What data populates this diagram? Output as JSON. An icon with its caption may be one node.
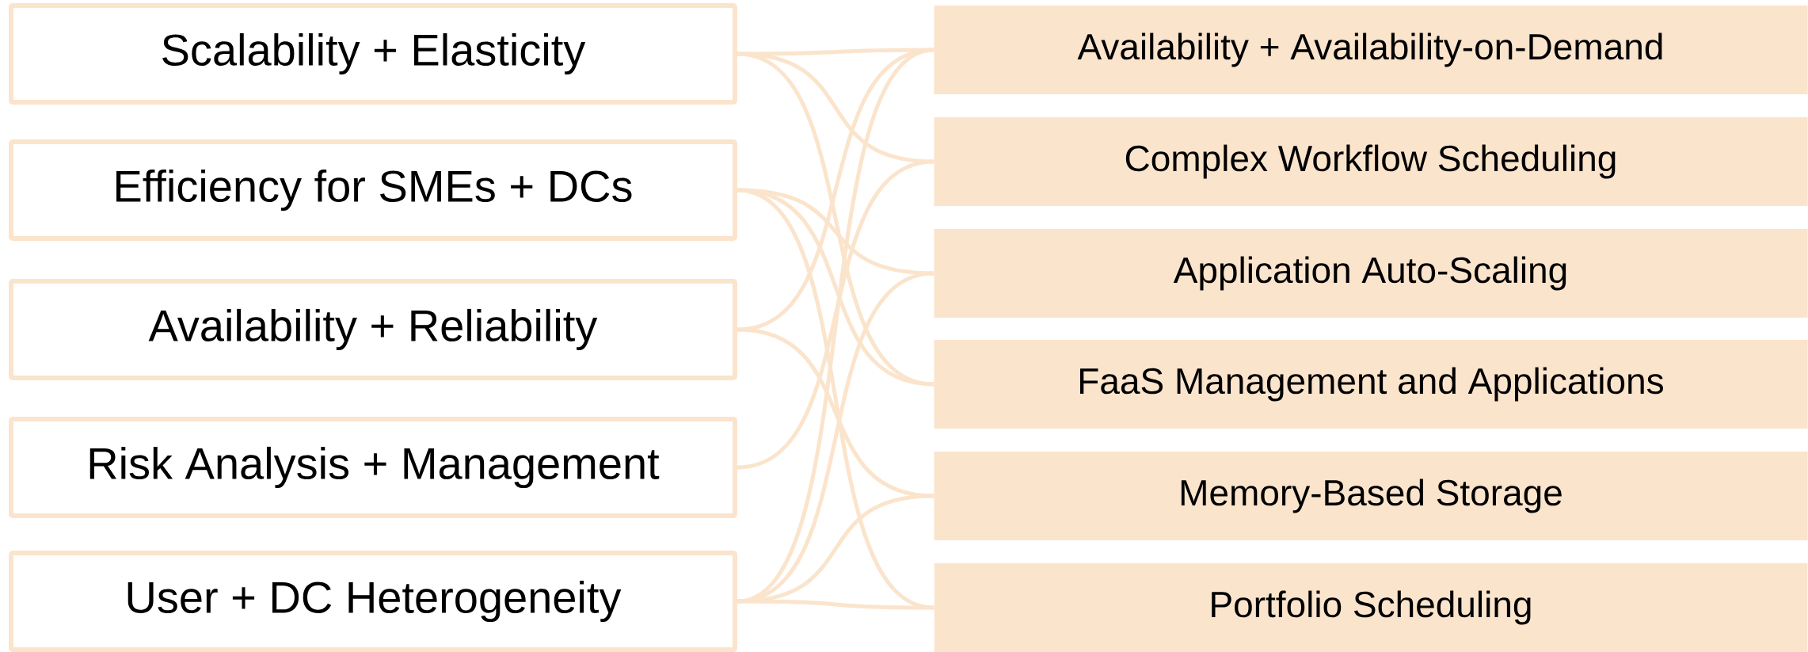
{
  "diagram": {
    "nodes": [
      {
        "text": [
          "Scalability + Elasticity"
        ]
      },
      {
        "text": [
          "Efficiency for SMEs + DCs"
        ]
      },
      {
        "text": [
          "Availability + Reliability"
        ]
      },
      {
        "text": [
          "Risk Analysis + Management"
        ]
      },
      {
        "text": [
          "User + DC Heterogeneity"
        ]
      },
      {
        "text": [
          "Availability + Availability-on-Demand"
        ]
      },
      {
        "text": [
          "Complex Workflow Scheduling"
        ]
      },
      {
        "text": [
          "Application Auto-Scaling"
        ]
      },
      {
        "text": [
          "FaaS Management and Applications"
        ]
      },
      {
        "text": [
          "Memory-Based Storage"
        ]
      },
      {
        "text": [
          "Portfolio Scheduling"
        ]
      }
    ],
    "edges": [
      {
        "from": 0,
        "to": 5,
        "arrow": "none"
      },
      {
        "from": 0,
        "to": 6,
        "arrow": "none"
      },
      {
        "from": 0,
        "to": 8,
        "arrow": "none"
      },
      {
        "from": 1,
        "to": 7,
        "arrow": "none"
      },
      {
        "from": 1,
        "to": 8,
        "arrow": "none"
      },
      {
        "from": 1,
        "to": 10,
        "arrow": "none"
      },
      {
        "from": 2,
        "to": 5,
        "arrow": "none"
      },
      {
        "from": 2,
        "to": 9,
        "arrow": "none"
      },
      {
        "from": 3,
        "to": 6,
        "arrow": "none"
      },
      {
        "from": 4,
        "to": 5,
        "arrow": "none"
      },
      {
        "from": 4,
        "to": 7,
        "arrow": "none"
      },
      {
        "from": 4,
        "to": 9,
        "arrow": "none"
      },
      {
        "from": 4,
        "to": 10,
        "arrow": "none"
      }
    ]
  }
}
